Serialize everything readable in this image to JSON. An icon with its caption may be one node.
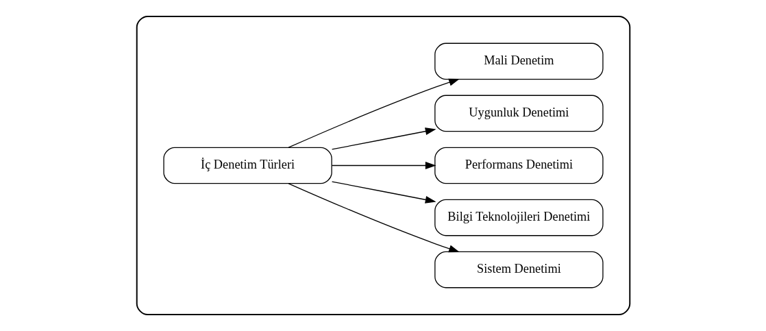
{
  "diagram": {
    "nodes": [
      {
        "text": [],
        "shape": "box"
      },
      {
        "text": [
          "İç Denetim Türleri"
        ],
        "in": 0
      },
      {
        "text": [
          "Mali Denetim"
        ],
        "in": 0
      },
      {
        "text": [
          "Uygunluk Denetimi"
        ],
        "in": 0
      },
      {
        "text": [
          "Performans Denetimi"
        ],
        "in": 0
      },
      {
        "text": [
          "Bilgi Teknolojileri Denetimi"
        ],
        "in": 0
      },
      {
        "text": [
          "Sistem Denetimi"
        ],
        "in": 0
      }
    ],
    "edges": [
      {
        "from": 1,
        "to": 2,
        "arrow": "to"
      },
      {
        "from": 1,
        "to": 3,
        "arrow": "to"
      },
      {
        "from": 1,
        "to": 4,
        "arrow": "to"
      },
      {
        "from": 1,
        "to": 5,
        "arrow": "to"
      },
      {
        "from": 1,
        "to": 6,
        "arrow": "to"
      }
    ]
  }
}
